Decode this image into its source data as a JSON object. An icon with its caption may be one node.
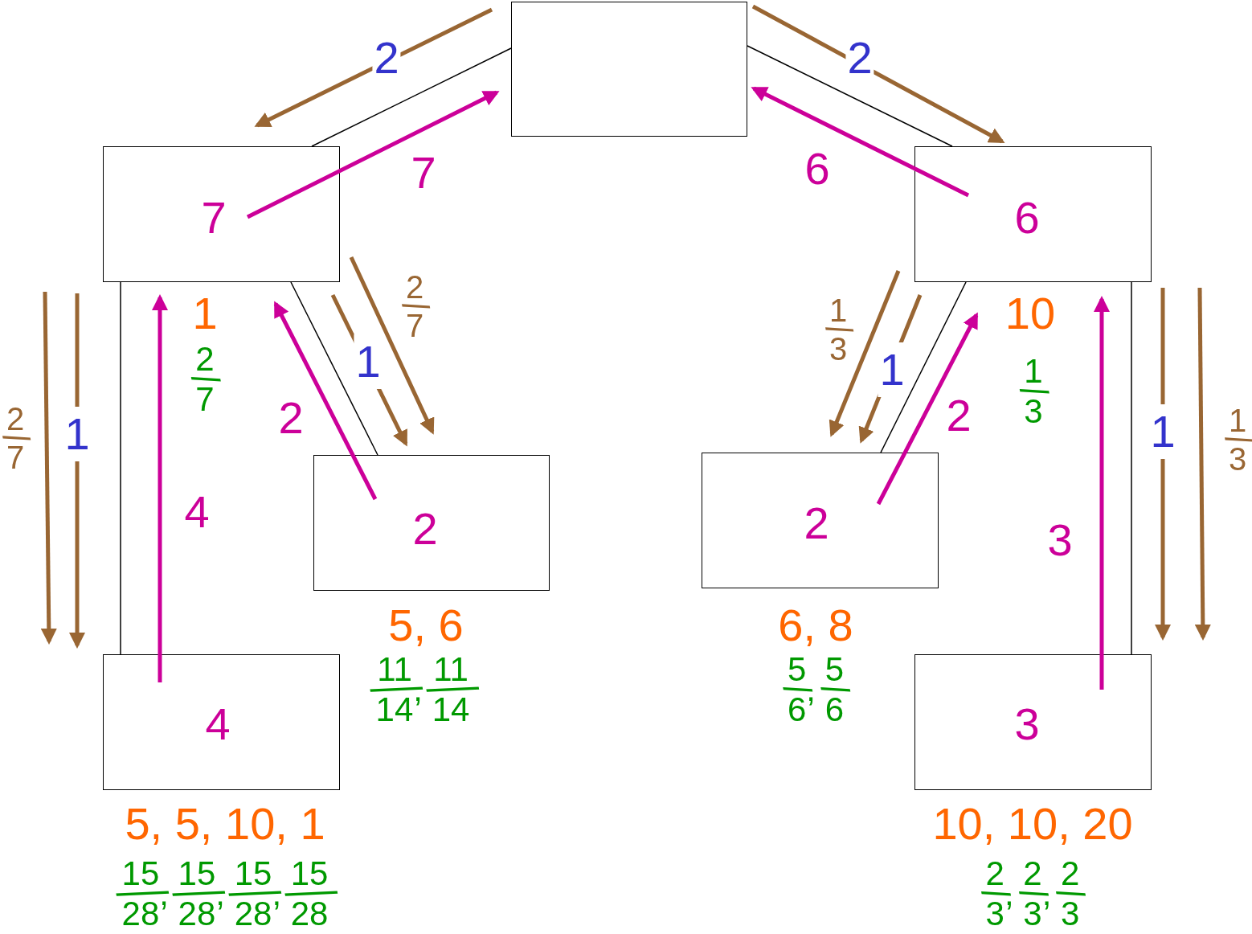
{
  "diagram": {
    "nodes": [
      {
        "text": [],
        "shape": "box"
      },
      {
        "text": [
          "7"
        ],
        "beside": [
          "1",
          "2/7"
        ]
      },
      {
        "text": [
          "6"
        ],
        "beside": [
          "10",
          "1/3"
        ]
      },
      {
        "text": [
          "2"
        ],
        "beside": [
          "5, 6",
          "11/14, 11/14"
        ]
      },
      {
        "text": [
          "4"
        ],
        "beside": [
          "5, 5, 10, 1",
          "15/28, 15/28, 15/28, 15/28"
        ]
      },
      {
        "text": [
          "2"
        ],
        "beside": [
          "6, 8",
          "5/6, 5/6"
        ]
      },
      {
        "text": [
          "3"
        ],
        "beside": [
          "10, 10, 20",
          "2/3, 2/3, 2/3"
        ]
      }
    ],
    "edges": [
      {
        "from": 0,
        "to": 1,
        "arrow": "none",
        "color": "#000000"
      },
      {
        "from": 0,
        "to": 2,
        "arrow": "none",
        "color": "#000000"
      },
      {
        "from": 1,
        "to": 3,
        "arrow": "none",
        "color": "#000000"
      },
      {
        "from": 1,
        "to": 4,
        "arrow": "none",
        "color": "#000000"
      },
      {
        "from": 2,
        "to": 5,
        "arrow": "none",
        "color": "#000000"
      },
      {
        "from": 2,
        "to": 6,
        "arrow": "none",
        "color": "#000000"
      },
      {
        "from": 0,
        "to": 1,
        "arrow": "to",
        "label": "2",
        "color": "#996633"
      },
      {
        "from": 0,
        "to": 2,
        "arrow": "to",
        "label": "2",
        "color": "#996633"
      },
      {
        "from": 1,
        "to": 3,
        "arrow": "to",
        "label": "1",
        "color": "#996633"
      },
      {
        "from": 1,
        "to": 3,
        "arrow": "to",
        "label": "2/7",
        "color": "#996633"
      },
      {
        "from": 1,
        "to": 4,
        "arrow": "to",
        "label": "2/7",
        "color": "#996633"
      },
      {
        "from": 1,
        "to": 4,
        "arrow": "to",
        "label": "1",
        "color": "#996633"
      },
      {
        "from": 2,
        "to": 5,
        "arrow": "to",
        "label": "1/3",
        "color": "#996633"
      },
      {
        "from": 2,
        "to": 5,
        "arrow": "to",
        "label": "1",
        "color": "#996633"
      },
      {
        "from": 2,
        "to": 6,
        "arrow": "to",
        "label": "1",
        "color": "#996633"
      },
      {
        "from": 2,
        "to": 6,
        "arrow": "to",
        "label": "1/3",
        "color": "#996633"
      },
      {
        "from": 1,
        "to": 0,
        "arrow": "to",
        "label": "7",
        "color": "#cc0099"
      },
      {
        "from": 2,
        "to": 0,
        "arrow": "to",
        "label": "6",
        "color": "#cc0099"
      },
      {
        "from": 3,
        "to": 1,
        "arrow": "to",
        "label": "2",
        "color": "#cc0099"
      },
      {
        "from": 4,
        "to": 1,
        "arrow": "to",
        "label": "4",
        "color": "#cc0099"
      },
      {
        "from": 5,
        "to": 2,
        "arrow": "to",
        "label": "2",
        "color": "#cc0099"
      },
      {
        "from": 6,
        "to": 2,
        "arrow": "to",
        "label": "3",
        "color": "#cc0099"
      }
    ]
  }
}
